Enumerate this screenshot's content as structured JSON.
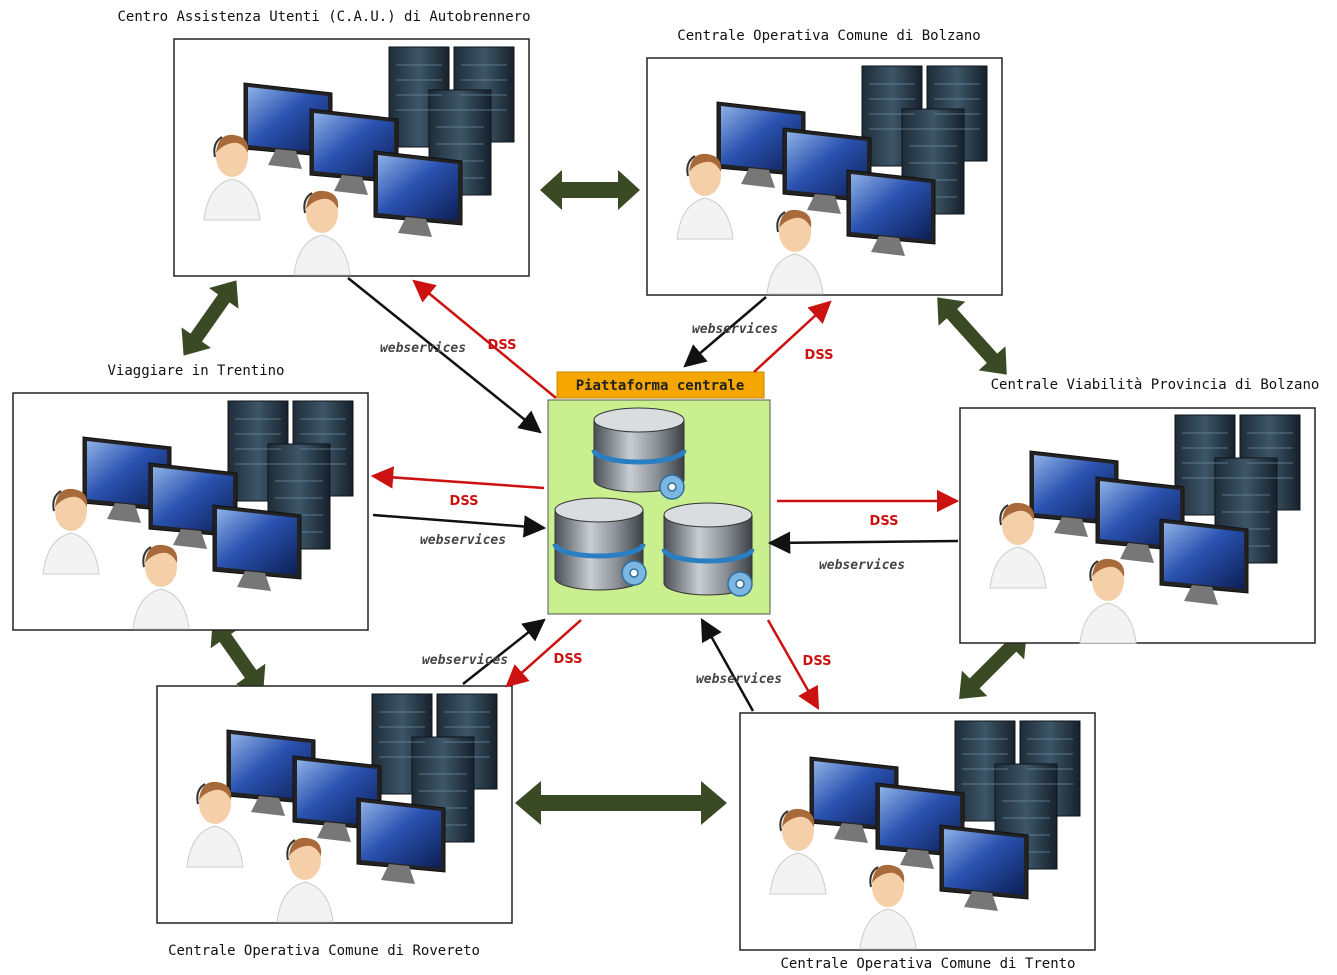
{
  "center": {
    "title": "Piattaforma centrale"
  },
  "nodes": [
    {
      "id": "cau",
      "title": "Centro Assistenza Utenti (C.A.U.) di Autobrennero"
    },
    {
      "id": "bolzano",
      "title": "Centrale Operativa Comune di Bolzano"
    },
    {
      "id": "trentino",
      "title": "Viaggiare in Trentino"
    },
    {
      "id": "prov-bolzano",
      "title": "Centrale Viabilità Provincia di Bolzano"
    },
    {
      "id": "rovereto",
      "title": "Centrale Operativa Comune di Rovereto"
    },
    {
      "id": "trento",
      "title": "Centrale Operativa Comune di Trento"
    }
  ],
  "labels": {
    "webservices": "webservices",
    "dss": "DSS"
  },
  "colors": {
    "black_arrow": "#111111",
    "red_arrow": "#cc1111",
    "peer_arrow": "#3a4a24",
    "center_fill": "#c9ef8f",
    "center_title_fill": "#f5a700"
  },
  "icons": [
    "operator-icon",
    "monitor-icon",
    "server-rack-icon",
    "database-icon",
    "gear-icon"
  ]
}
